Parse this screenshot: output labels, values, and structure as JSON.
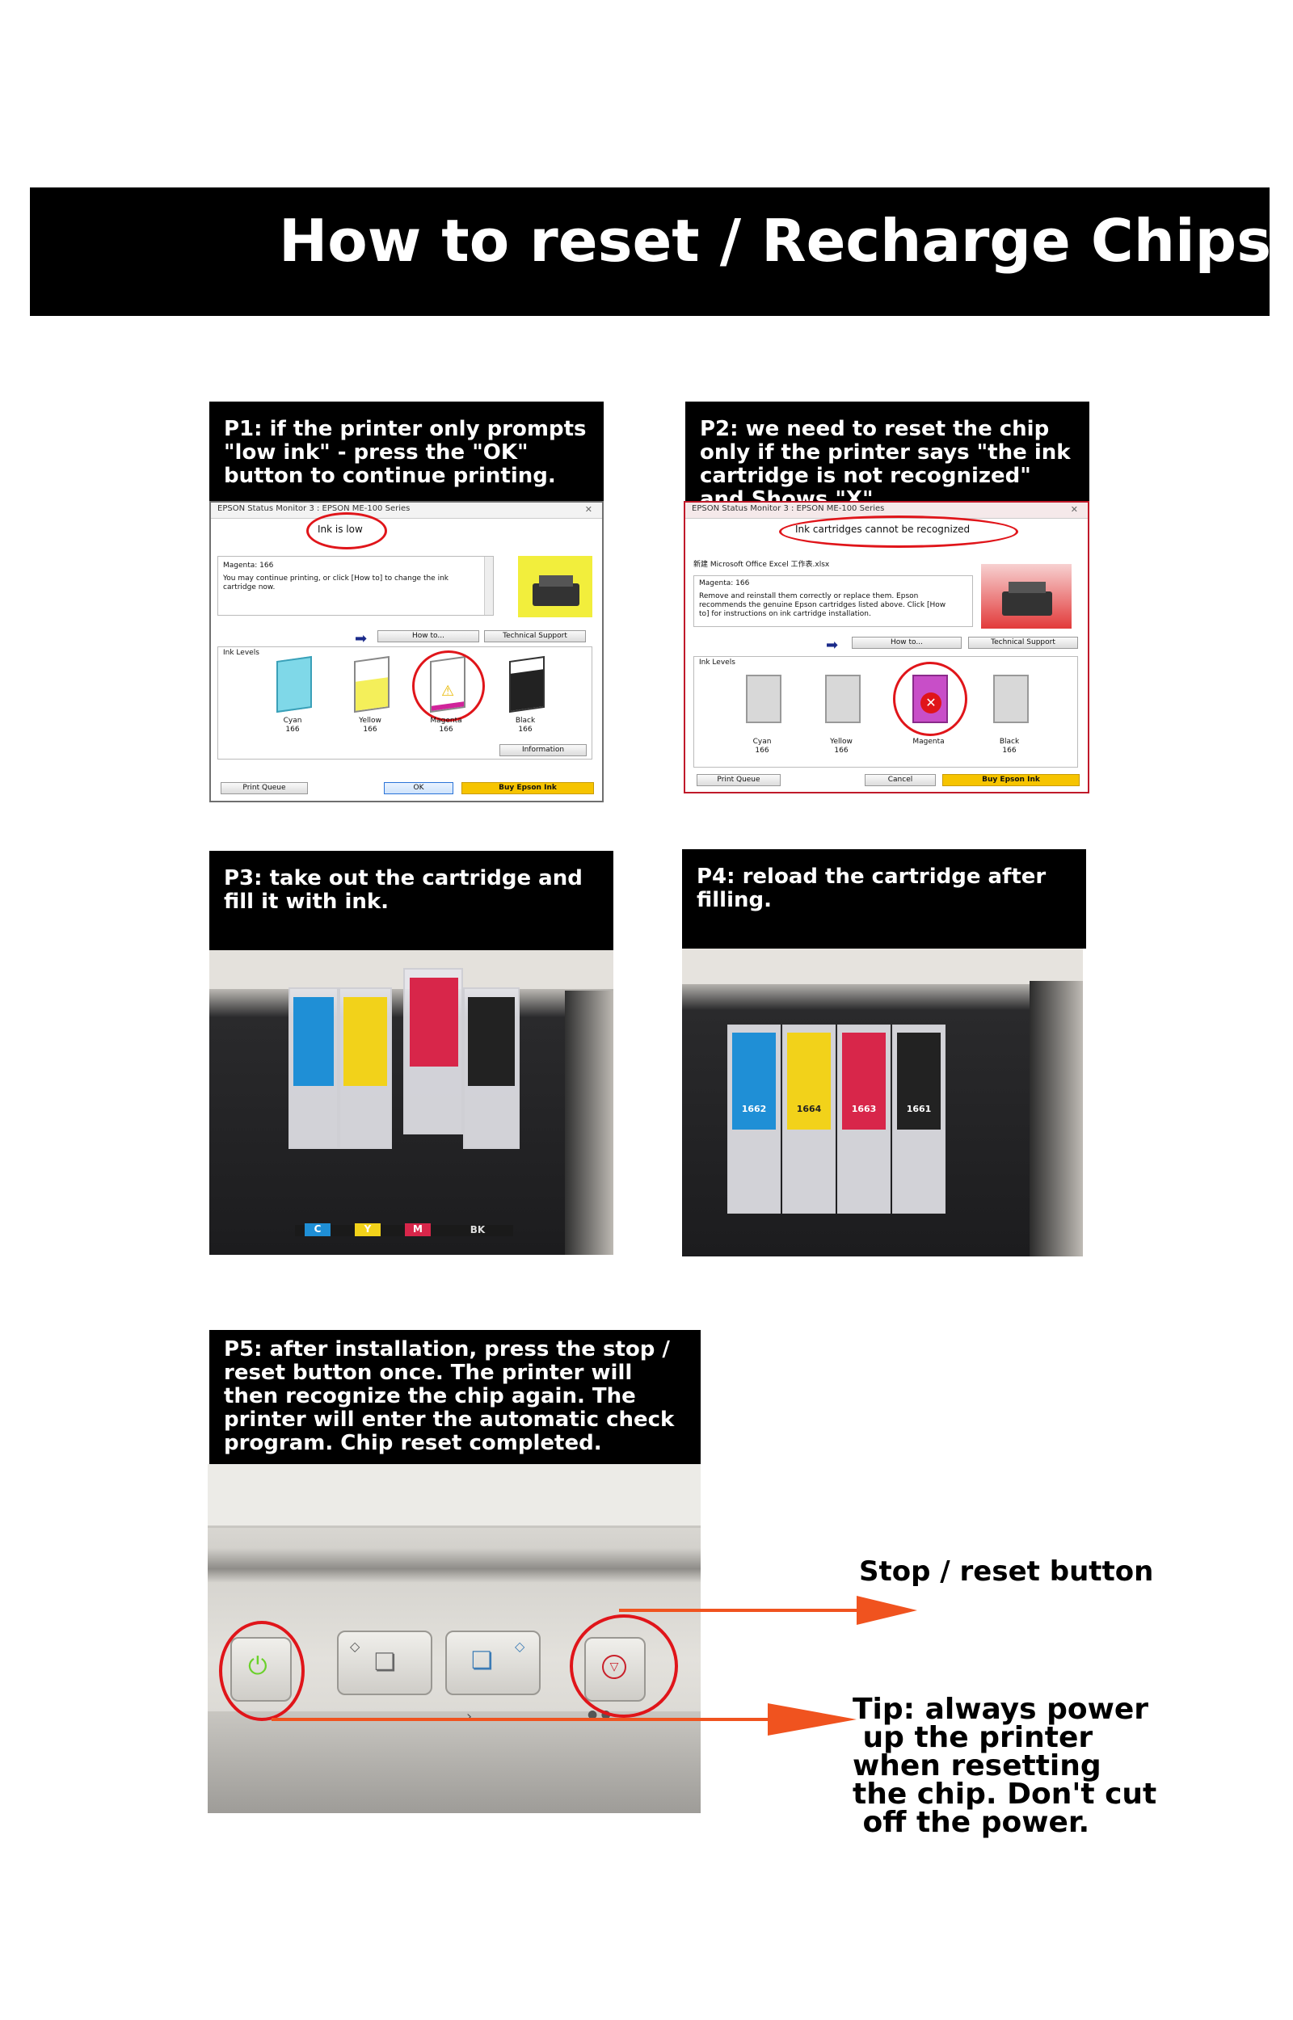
{
  "banner": {
    "title": "How to reset / Recharge Chips"
  },
  "steps": {
    "p1": {
      "caption": "P1: if the printer only prompts \"low ink\" - press the \"OK\" button to continue printing.",
      "window_title": "EPSON Status Monitor 3 : EPSON ME-100 Series",
      "message": "Ink is low",
      "detail_title": "Magenta: 166",
      "detail_body": "You may continue printing, or click [How to] to change the ink cartridge now.",
      "how_to": "How to...",
      "tech_support": "Technical Support",
      "ink_levels": "Ink Levels",
      "cartridges": [
        {
          "name": "Cyan",
          "code": "166"
        },
        {
          "name": "Yellow",
          "code": "166"
        },
        {
          "name": "Magenta",
          "code": "166"
        },
        {
          "name": "Black",
          "code": "166"
        }
      ],
      "information": "Information",
      "print_queue": "Print Queue",
      "ok": "OK",
      "buy": "Buy Epson Ink"
    },
    "p2": {
      "caption": "P2: we need to reset the chip only if the printer says \"the ink cartridge is not recognized\" and Shows \"X\"",
      "window_title": "EPSON Status Monitor 3 : EPSON ME-100 Series",
      "message": "Ink cartridges cannot be recognized",
      "file_line": "新建 Microsoft Office Excel 工作表.xlsx",
      "detail_title": "Magenta: 166",
      "detail_body": "Remove and reinstall them correctly or replace them. Epson recommends the genuine Epson cartridges listed above. Click [How to] for instructions on ink cartridge installation.",
      "how_to": "How to...",
      "tech_support": "Technical Support",
      "ink_levels": "Ink Levels",
      "cartridges": [
        {
          "name": "Cyan",
          "code": "166"
        },
        {
          "name": "Yellow",
          "code": "166"
        },
        {
          "name": "Magenta",
          "code": ""
        },
        {
          "name": "Black",
          "code": "166"
        }
      ],
      "print_queue": "Print Queue",
      "cancel": "Cancel",
      "buy": "Buy Epson Ink"
    },
    "p3": {
      "caption": "P3: take out the cartridge and fill it with ink.",
      "strip": [
        "C",
        "Y",
        "M",
        "BK"
      ]
    },
    "p4": {
      "caption": "P4: reload the cartridge after filling.",
      "codes": [
        "1662",
        "1664",
        "1663",
        "1661"
      ]
    },
    "p5": {
      "caption": "P5: after installation, press the stop / reset button once. The printer will then recognize the chip again. The printer will enter the automatic check program. Chip reset completed."
    }
  },
  "annotations": {
    "stop_reset": "Stop / reset button",
    "tip": "Tip: always power\n up the printer\nwhen resetting\nthe chip. Don't cut\n off the power."
  },
  "colors": {
    "cyan": "#1f8fd6",
    "yellow": "#f2d21a",
    "magenta": "#d8264a",
    "black": "#222222",
    "alert_red": "#e0151a",
    "arrow_orange": "#f0531f"
  }
}
